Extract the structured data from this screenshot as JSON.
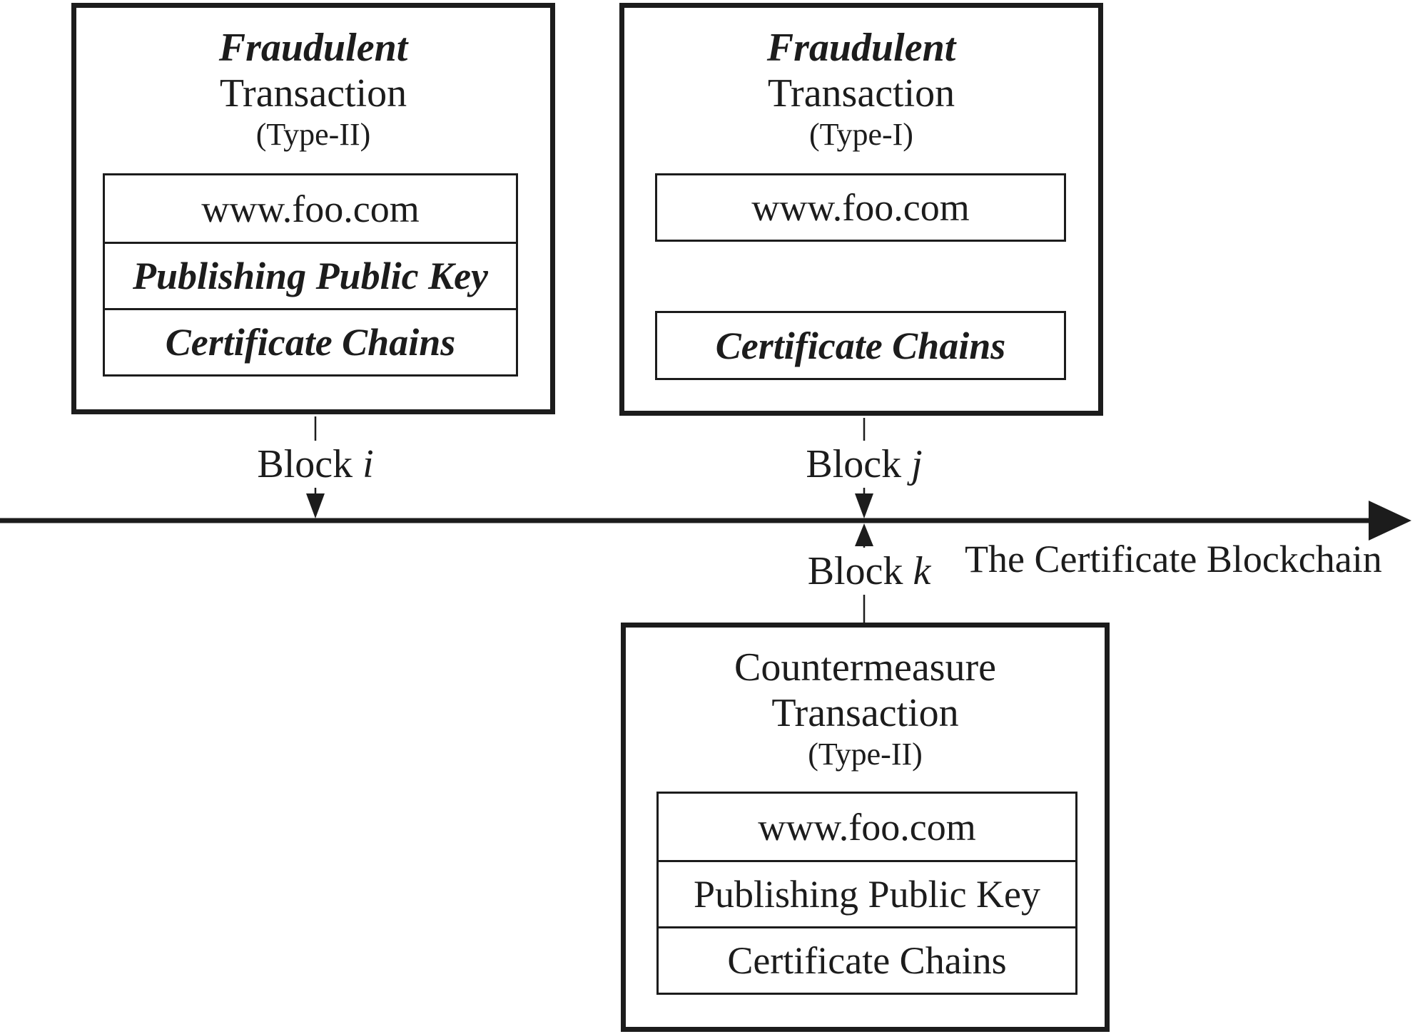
{
  "figure": {
    "ink_color": "#1c1c1c",
    "background_color": "#ffffff",
    "axis": {
      "label": "The Certificate Blockchain"
    },
    "block_labels": {
      "i": {
        "word": "Block",
        "var": "i"
      },
      "j": {
        "word": "Block",
        "var": "j"
      },
      "k": {
        "word": "Block",
        "var": "k"
      }
    },
    "boxes": {
      "fraud2": {
        "title_line1": "Fraudulent",
        "title_line2": "Transaction",
        "subtitle": "(Type-II)",
        "rows": [
          {
            "label": "www.foo.com",
            "emph": false
          },
          {
            "label": "Publishing Public Key",
            "emph": true
          },
          {
            "label": "Certificate Chains",
            "emph": true
          }
        ]
      },
      "fraud1": {
        "title_line1": "Fraudulent",
        "title_line2": "Transaction",
        "subtitle": "(Type-I)",
        "rows": [
          {
            "label": "www.foo.com",
            "emph": false
          },
          {
            "label": "Certificate Chains",
            "emph": true
          }
        ]
      },
      "counter": {
        "title_line1": "Countermeasure",
        "title_line2": "Transaction",
        "subtitle": "(Type-II)",
        "rows": [
          {
            "label": "www.foo.com",
            "emph": false
          },
          {
            "label": "Publishing Public Key",
            "emph": false
          },
          {
            "label": "Certificate Chains",
            "emph": false
          }
        ]
      }
    }
  }
}
